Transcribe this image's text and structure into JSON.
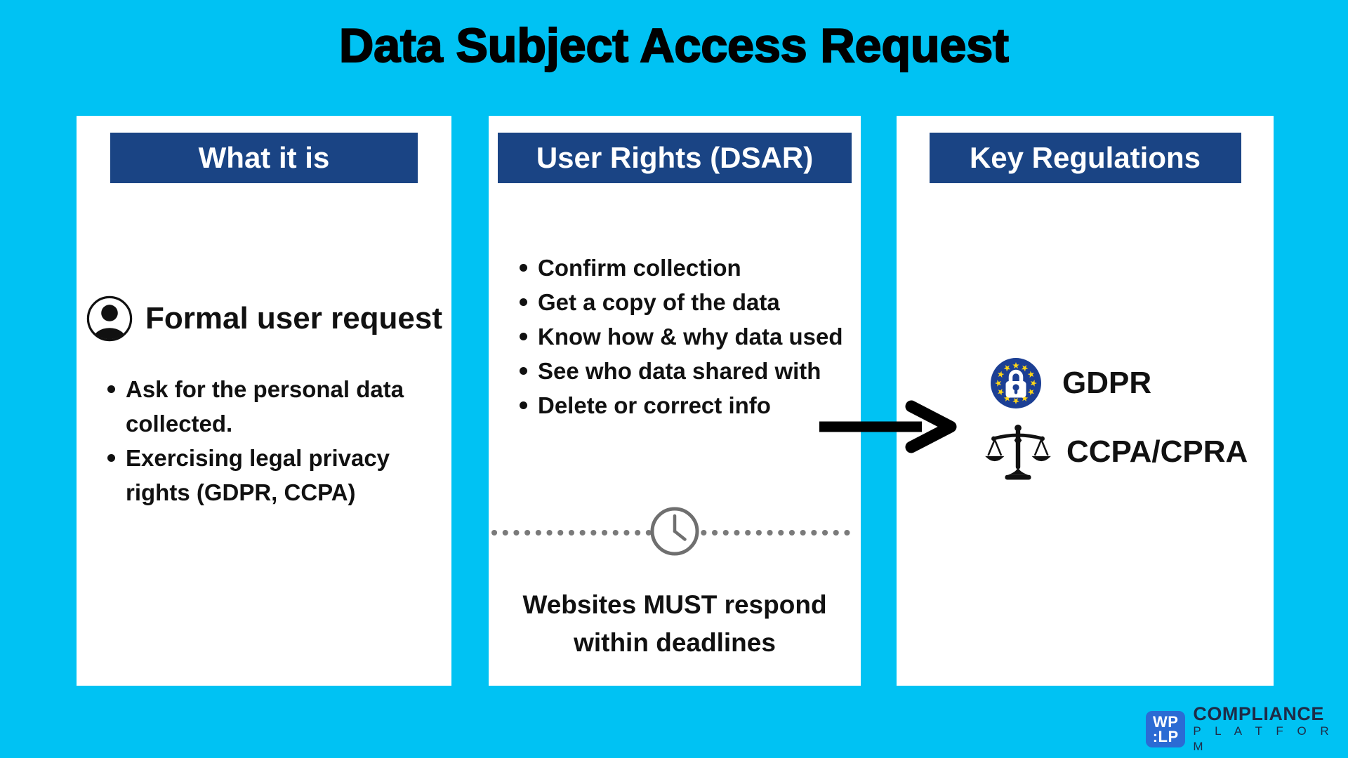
{
  "title": "Data Subject Access Request",
  "columns": [
    {
      "header": "What it is",
      "feature": {
        "icon": "person-icon",
        "label": "Formal user request"
      },
      "bullets": [
        "Ask for the personal data collected.",
        "Exercising legal privacy rights (GDPR, CCPA)"
      ]
    },
    {
      "header": "User Rights (DSAR)",
      "bullets": [
        "Confirm collection",
        "Get a copy of the data",
        "Know how & why data used",
        "See who data shared with",
        "Delete or correct info"
      ],
      "divider_icon": "clock-icon",
      "deadline_note": "Websites MUST respond within deadlines"
    },
    {
      "header": "Key Regulations",
      "regulations": [
        {
          "icon": "eu-gdpr-lock-icon",
          "label": "GDPR"
        },
        {
          "icon": "justice-scales-icon",
          "label": "CCPA/CPRA"
        }
      ]
    }
  ],
  "flow": {
    "arrow": "right-arrow-icon"
  },
  "footer_logo": {
    "badge_top": "WP",
    "badge_bottom": ":LP",
    "brand_top": "COMPLIANCE",
    "brand_bottom": "P L A T F O R M"
  },
  "colors": {
    "background": "#00C2F3",
    "header_bar": "#1A4484",
    "card": "#FFFFFF",
    "text": "#111111",
    "eu_blue": "#1C3F94",
    "star_yellow": "#FFD617",
    "arrow_black": "#000000",
    "divider_gray": "#7A7A7A",
    "logo_badge_blue": "#2B6BD4",
    "logo_text_navy": "#1E2B47"
  }
}
